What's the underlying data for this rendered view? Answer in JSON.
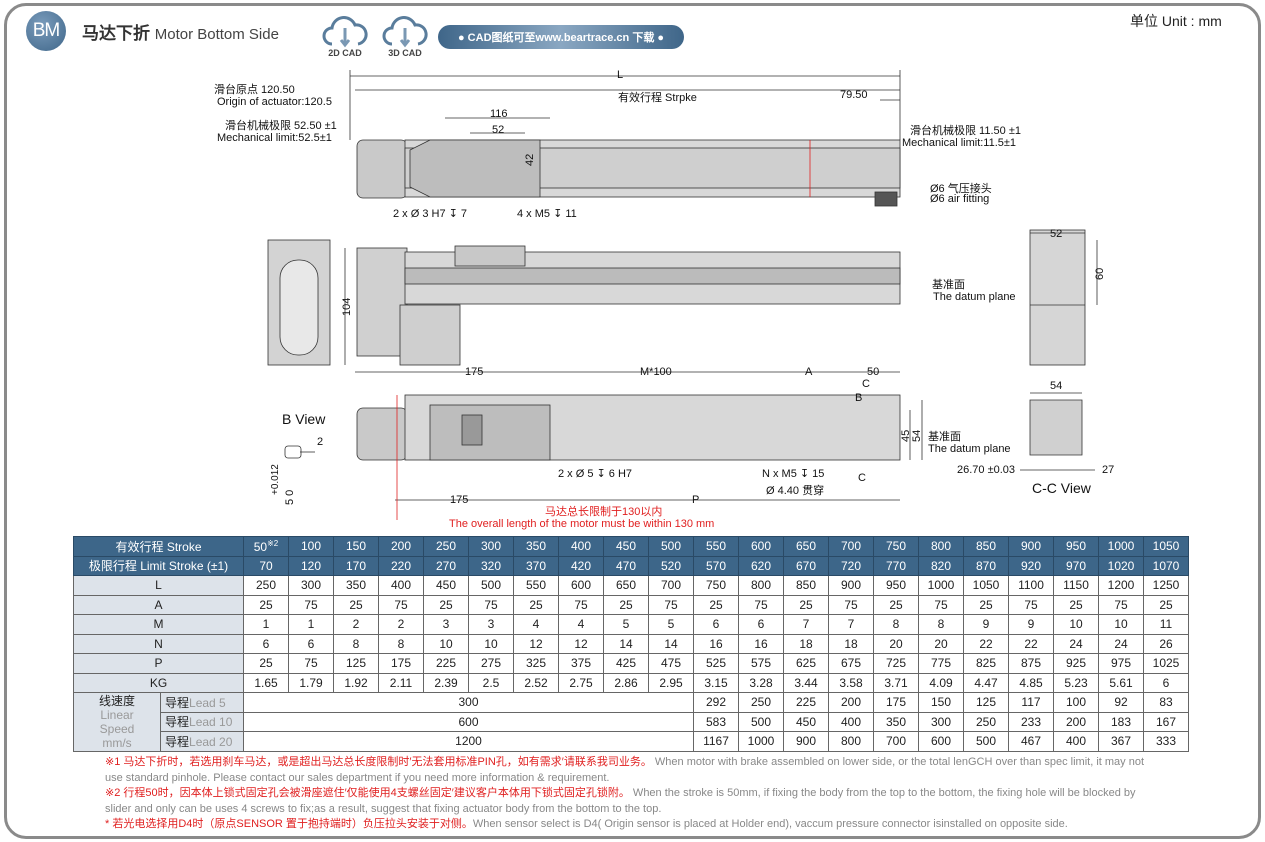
{
  "header": {
    "badge": "BM",
    "title_cn": "马达下折",
    "title_en": "Motor Bottom Side",
    "cad2d": "2D CAD",
    "cad3d": "3D CAD",
    "download": "● CAD图纸可至www.beartrace.cn 下载 ●",
    "unit": "单位  Unit : mm"
  },
  "drawing": {
    "L": "L",
    "stroke": "有效行程 Strpke",
    "d7950": "79.50",
    "origin_cn": "滑台原点 120.50",
    "origin_en": "Origin of actuator:120.5",
    "mech_cn": "滑台机械极限 52.50 ±1",
    "mech_en": "Mechanical limit:52.5±1",
    "d116": "116",
    "d52": "52",
    "d42": "42",
    "mech2_cn": "滑台机械极限 11.50 ±1",
    "mech2_en": "Mechanical limit:11.5±1",
    "air_cn": "Ø6 气压接头",
    "air_en": "Ø6 air fitting",
    "pin": "2 x Ø 3 H7 ↧ 7",
    "m5": "4 x M5 ↧ 11",
    "d104": "104",
    "r52": "52",
    "r60": "60",
    "datum_cn": "基准面",
    "datum_en": "The datum plane",
    "d175": "175",
    "m100": "M*100",
    "A": "A",
    "d50": "50",
    "C": "C",
    "B": "B",
    "d45": "45",
    "d54": "54",
    "datum2_cn": "基准面",
    "datum2_en": "The datum plane",
    "pin2": "2 x Ø 5 ↧ 6 H7",
    "nm5": "N x M5 ↧ 15",
    "thru": "Ø 4.40 贯穿",
    "C2": "C",
    "d175b": "175",
    "P": "P",
    "motor_cn": "马达总长限制于130以内",
    "motor_en": "The overall length of the motor must be within 130 mm",
    "bview": "B View",
    "b2": "2",
    "tol": "+0.012",
    "b50": "5  0",
    "cc54": "54",
    "cc2670": "26.70 ±0.03",
    "cc27": "27",
    "ccview": "C-C View"
  },
  "table": {
    "stroke_label": "有效行程  Stroke",
    "strokes": [
      "50",
      "100",
      "150",
      "200",
      "250",
      "300",
      "350",
      "400",
      "450",
      "500",
      "550",
      "600",
      "650",
      "700",
      "750",
      "800",
      "850",
      "900",
      "950",
      "1000",
      "1050"
    ],
    "stroke_note": "※2",
    "limit_label": "极限行程  Limit Stroke (±1)",
    "limits": [
      "70",
      "120",
      "170",
      "220",
      "270",
      "320",
      "370",
      "420",
      "470",
      "520",
      "570",
      "620",
      "670",
      "720",
      "770",
      "820",
      "870",
      "920",
      "970",
      "1020",
      "1070"
    ],
    "rows": [
      {
        "label": "L",
        "values": [
          "250",
          "300",
          "350",
          "400",
          "450",
          "500",
          "550",
          "600",
          "650",
          "700",
          "750",
          "800",
          "850",
          "900",
          "950",
          "1000",
          "1050",
          "1100",
          "1150",
          "1200",
          "1250"
        ]
      },
      {
        "label": "A",
        "values": [
          "25",
          "75",
          "25",
          "75",
          "25",
          "75",
          "25",
          "75",
          "25",
          "75",
          "25",
          "75",
          "25",
          "75",
          "25",
          "75",
          "25",
          "75",
          "25",
          "75",
          "25"
        ]
      },
      {
        "label": "M",
        "values": [
          "1",
          "1",
          "2",
          "2",
          "3",
          "3",
          "4",
          "4",
          "5",
          "5",
          "6",
          "6",
          "7",
          "7",
          "8",
          "8",
          "9",
          "9",
          "10",
          "10",
          "11"
        ]
      },
      {
        "label": "N",
        "values": [
          "6",
          "6",
          "8",
          "8",
          "10",
          "10",
          "12",
          "12",
          "14",
          "14",
          "16",
          "16",
          "18",
          "18",
          "20",
          "20",
          "22",
          "22",
          "24",
          "24",
          "26"
        ]
      },
      {
        "label": "P",
        "values": [
          "25",
          "75",
          "125",
          "175",
          "225",
          "275",
          "325",
          "375",
          "425",
          "475",
          "525",
          "575",
          "625",
          "675",
          "725",
          "775",
          "825",
          "875",
          "925",
          "975",
          "1025"
        ]
      },
      {
        "label": "KG",
        "values": [
          "1.65",
          "1.79",
          "1.92",
          "2.11",
          "2.39",
          "2.5",
          "2.52",
          "2.75",
          "2.86",
          "2.95",
          "3.15",
          "3.28",
          "3.44",
          "3.58",
          "3.71",
          "4.09",
          "4.47",
          "4.85",
          "5.23",
          "5.61",
          "6"
        ]
      }
    ],
    "speed_cn": "线速度",
    "speed_en1": "Linear",
    "speed_en2": "Speed",
    "speed_unit": "mm/s",
    "speeds": [
      {
        "lead_cn": "导程",
        "lead_en": "Lead 5",
        "merged": "300",
        "values": [
          "292",
          "250",
          "225",
          "200",
          "175",
          "150",
          "125",
          "117",
          "100",
          "92",
          "83"
        ]
      },
      {
        "lead_cn": "导程",
        "lead_en": "Lead 10",
        "merged": "600",
        "values": [
          "583",
          "500",
          "450",
          "400",
          "350",
          "300",
          "250",
          "233",
          "200",
          "183",
          "167"
        ]
      },
      {
        "lead_cn": "导程",
        "lead_en": "Lead 20",
        "merged": "1200",
        "values": [
          "1167",
          "1000",
          "900",
          "800",
          "700",
          "600",
          "500",
          "467",
          "400",
          "367",
          "333"
        ]
      }
    ]
  },
  "notes": [
    {
      "cn": "※1 马达下折时，若选用刹车马达，或是超出马达总长度限制时′无法套用标准PIN孔，如有需求′请联系我司业务。",
      "en": " When motor with brake assembled on lower side, or the total lenGCH over than spec limit, it may not use standard pinhole. Please contact our sales department if you need more information & requirement."
    },
    {
      "cn": "※2 行程50时，因本体上锁式固定孔会被滑座遮住′仅能使用4支螺丝固定′建议客户本体用下锁式固定孔锁附。",
      "en": " When the stroke is 50mm, if fixing the body from the top to the bottom, the fixing hole will be blocked by slider and only can be uses 4 screws to fix;as a result, suggest that fixing actuator body from the bottom to the top."
    },
    {
      "cn": " * 若光电选择用D4时（原点SENSOR 置于抱持端时）负压拉头安装于对侧。",
      "en": "When sensor select is D4( Origin sensor is placed at Holder end), vaccum pressure connector isinstalled on opposite side."
    }
  ]
}
